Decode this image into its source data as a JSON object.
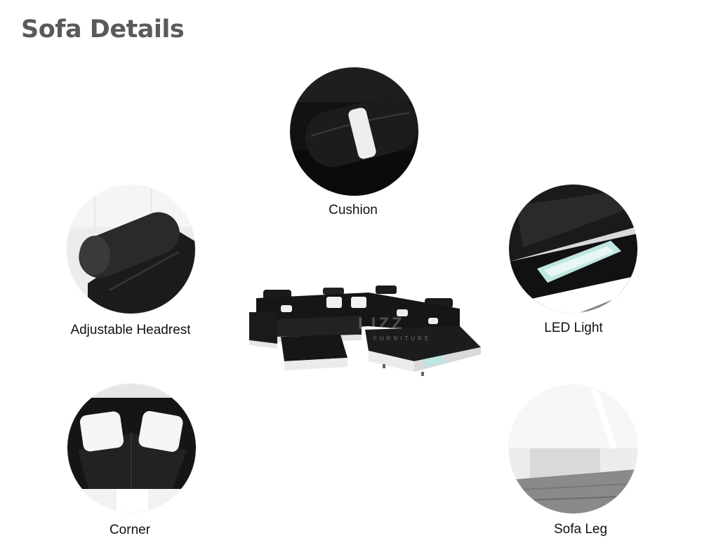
{
  "page": {
    "title": "Sofa Details"
  },
  "details": [
    {
      "id": "cushion",
      "label": "Cushion",
      "icon": "cushion-photo"
    },
    {
      "id": "headrest",
      "label": "Adjustable Headrest",
      "icon": "headrest-photo"
    },
    {
      "id": "led",
      "label": "LED Light",
      "icon": "led-light-photo"
    },
    {
      "id": "corner",
      "label": "Corner",
      "icon": "corner-photo"
    },
    {
      "id": "leg",
      "label": "Sofa Leg",
      "icon": "sofa-leg-photo"
    }
  ],
  "center": {
    "brand": "LIZZ",
    "brand_sub": "FURNITURE"
  },
  "colors": {
    "title": "#5a5a5a",
    "leather": "#1a1a1a",
    "accent": "#ffffff",
    "led": "#bfe6e0"
  }
}
